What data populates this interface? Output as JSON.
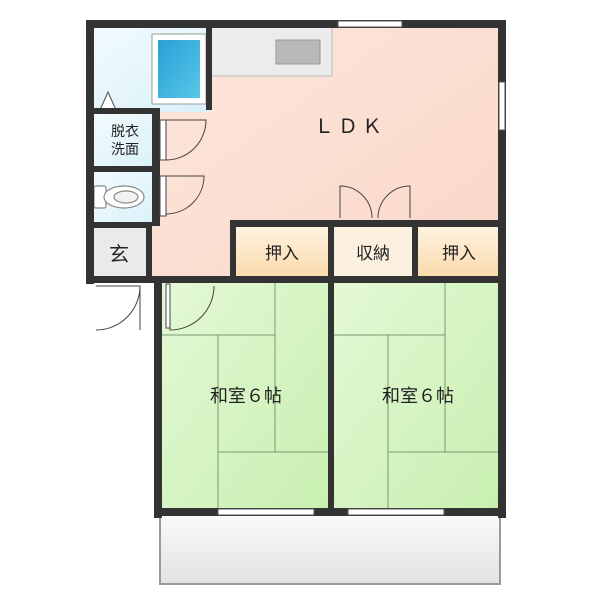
{
  "rooms": {
    "ldk": "ＬＤＫ",
    "dressing_line1": "脱衣",
    "dressing_line2": "洗面",
    "entrance": "玄",
    "closet_left": "押入",
    "storage": "収納",
    "closet_right": "押入",
    "washitsu_left": "和室６帖",
    "washitsu_right": "和室６帖"
  },
  "colors": {
    "wall": "#333333",
    "ldk_floor": "#fce0d6",
    "wet_area": "#e6f6fb",
    "bathtub": "#2aa9dc",
    "tatami": "#d8f5c6",
    "closet": "#fbe6c8",
    "entrance": "#e9e9e9",
    "balcony": "#eeeeee"
  }
}
